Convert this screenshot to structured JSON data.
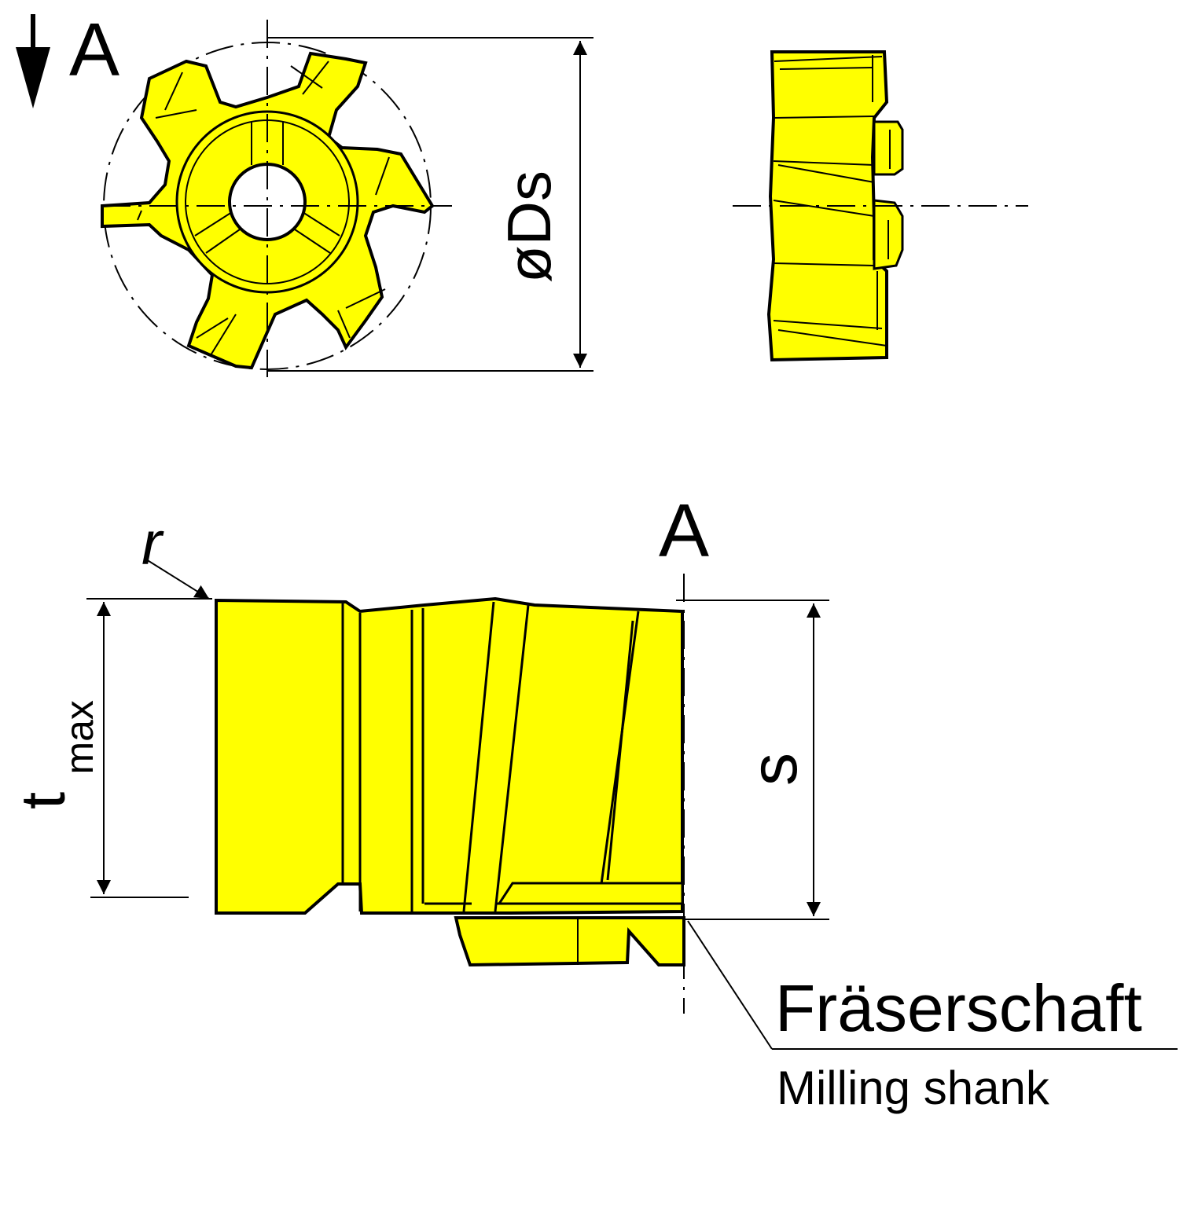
{
  "colors": {
    "insert": "#ffff00",
    "line": "#000000"
  },
  "labels": {
    "section_view_top": "A",
    "section_view_side": "A",
    "diameter": "øDs",
    "radius": "r",
    "depth_main": "t",
    "depth_sub": "max",
    "width": "s",
    "shank_de": "Fräserschaft",
    "shank_en": "Milling shank"
  }
}
